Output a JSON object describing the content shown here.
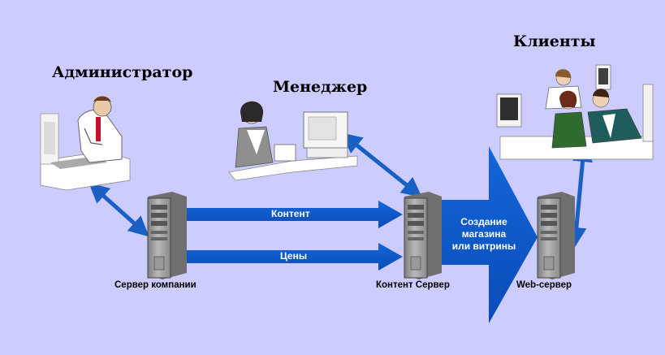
{
  "roles": {
    "admin": "Администратор",
    "manager": "Менеджер",
    "clients": "Клиенты"
  },
  "servers": {
    "company": "Сервер компании",
    "content": "Контент Сервер",
    "web": "Web-сервер"
  },
  "flows": {
    "content": "Контент",
    "prices": "Цены"
  },
  "process": {
    "line1": "Создание",
    "line2": "магазина",
    "line3": "или витрины"
  },
  "colors": {
    "background": "#ccccff",
    "arrow": "#0a55c8",
    "arrow_dark": "#0a3fa0"
  }
}
